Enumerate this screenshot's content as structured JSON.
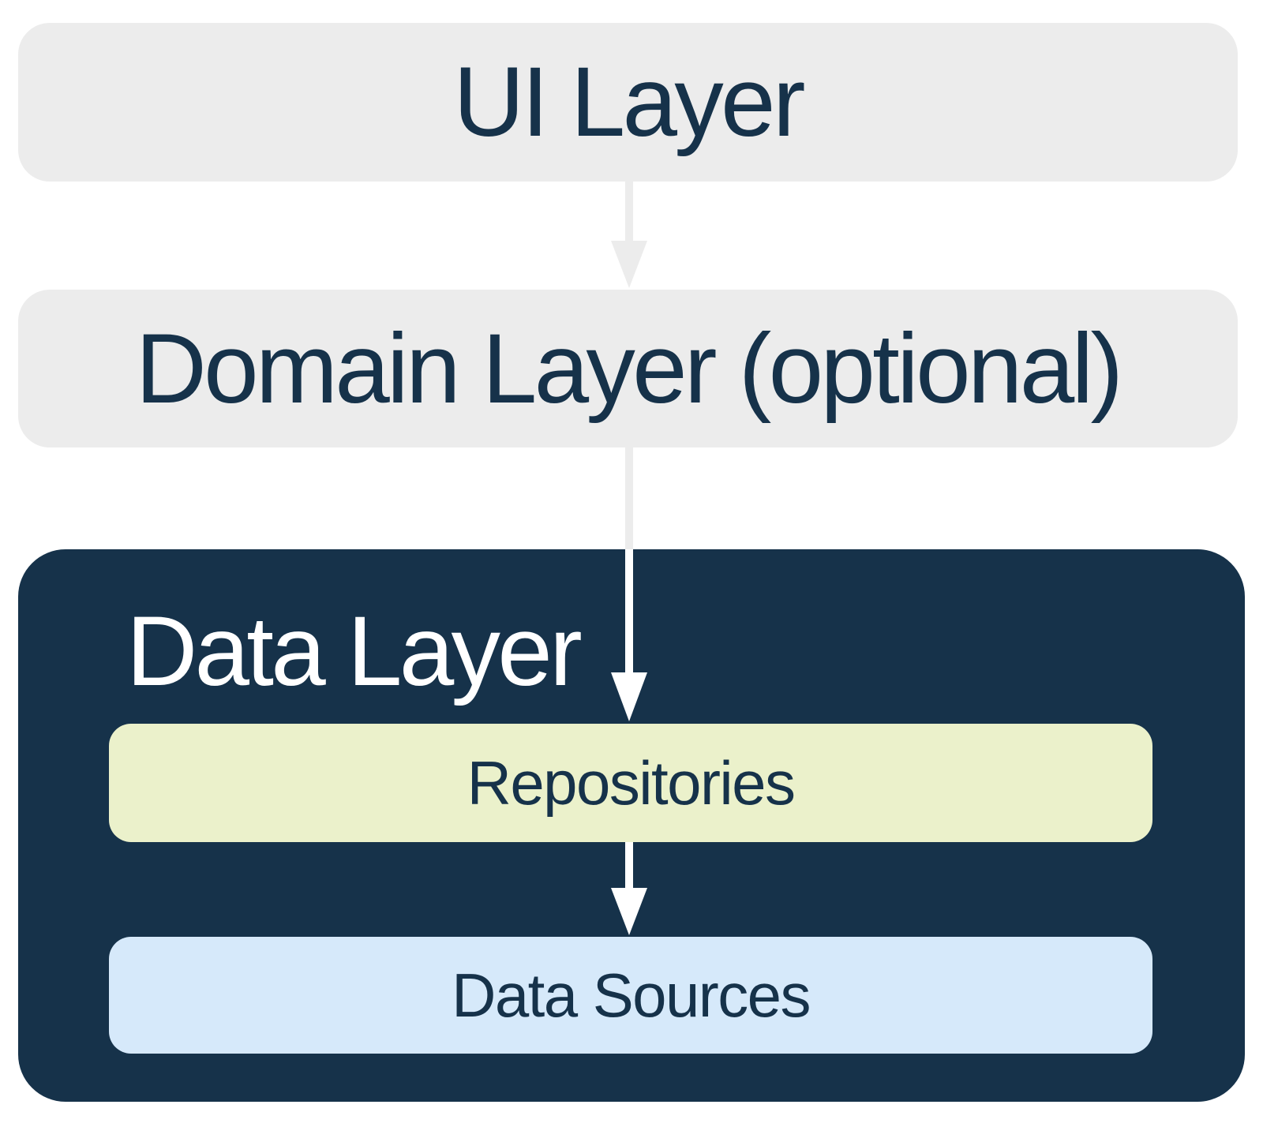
{
  "diagram": {
    "ui_layer": {
      "label": "UI Layer"
    },
    "domain_layer": {
      "label": "Domain Layer (optional)"
    },
    "data_layer": {
      "label": "Data Layer",
      "repositories": {
        "label": "Repositories"
      },
      "data_sources": {
        "label": "Data Sources"
      }
    },
    "arrows": [
      {
        "name": "ui-to-domain",
        "direction": "down",
        "color": "#ECECEC"
      },
      {
        "name": "domain-to-repositories",
        "direction": "down",
        "color_outside": "#ECECEC",
        "color_inside": "#FFFFFF"
      },
      {
        "name": "repositories-to-data-sources",
        "direction": "down",
        "color": "#FFFFFF"
      }
    ],
    "colors": {
      "background": "#FFFFFF",
      "layer_box_gray": "#ECECEC",
      "data_layer_navy": "#16324A",
      "repositories_lime": "#EBF1CB",
      "data_sources_blue": "#D6E9FA",
      "text_dark": "#16324A",
      "text_light": "#FFFFFF",
      "arrow_gray": "#ECECEC",
      "arrow_white": "#FFFFFF"
    }
  }
}
